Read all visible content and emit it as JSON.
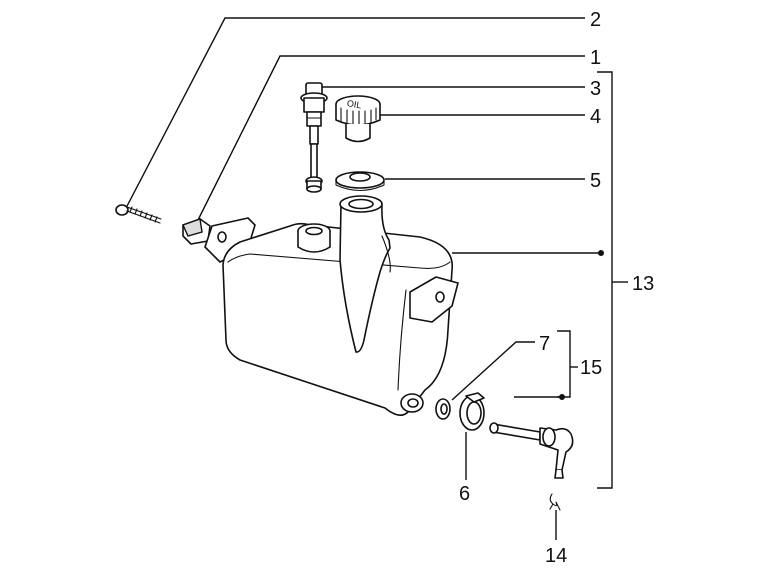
{
  "callouts": {
    "c1": "1",
    "c2": "2",
    "c3": "3",
    "c4": "4",
    "c5": "5",
    "c6": "6",
    "c7": "7",
    "c13": "13",
    "c14": "14",
    "c15": "15"
  },
  "cap_marking": "OIL"
}
